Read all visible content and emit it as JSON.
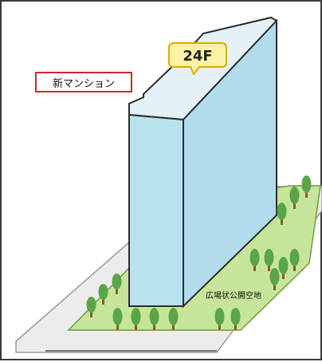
{
  "building": {
    "floor_badge": "24F",
    "name_label": "新マンション"
  },
  "ground": {
    "plaza_label": "広場状公開空地"
  },
  "colors": {
    "building_face": "#b9e2ef",
    "building_roof": "#e4f2f8",
    "plaza_green": "#c6e59b",
    "tree_canopy": "#5aa545",
    "tree_trunk": "#8a5a2b",
    "ground_grey": "#ececec",
    "badge_fill": "#fff2a8",
    "badge_stroke": "#e0a800",
    "label_border": "#d0262b"
  }
}
